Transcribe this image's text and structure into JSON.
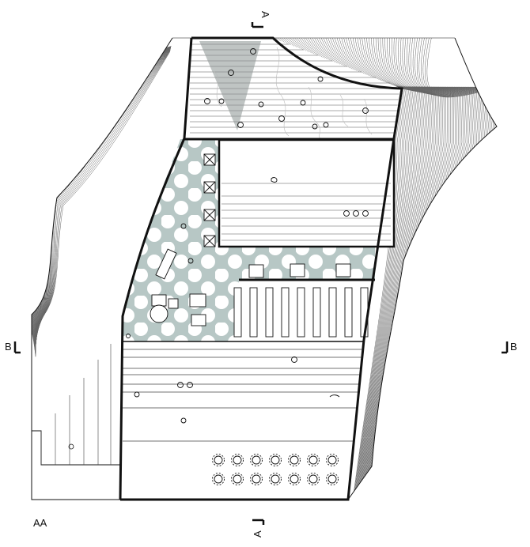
{
  "labels": {
    "corner": "AA",
    "section_top": "A",
    "section_bottom": "A",
    "section_left": "B",
    "section_right": "B"
  },
  "colors": {
    "line": "#111111",
    "paving_dot": "#b7c7c5",
    "paving_bg": "#ffffff",
    "shade": "#8a9391",
    "hatch": "#555555"
  },
  "icons": {
    "people": "person-figure-icon",
    "benches": "bench-icon",
    "chairs": "chair-icon",
    "tree": "tree-icon"
  }
}
